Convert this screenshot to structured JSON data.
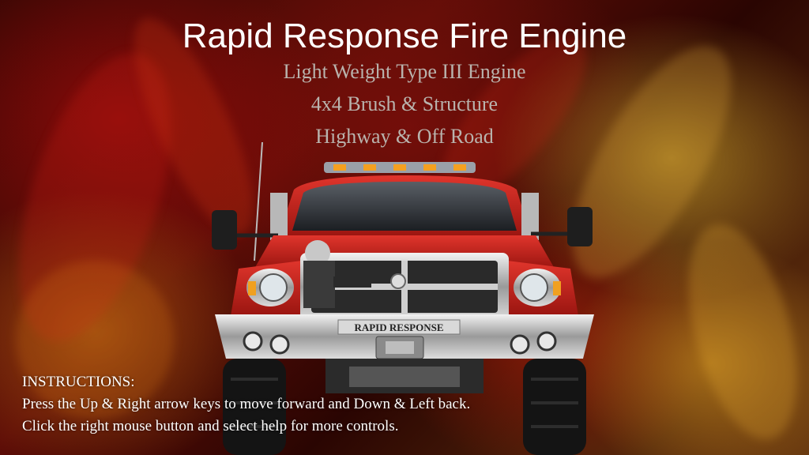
{
  "slide": {
    "title": "Rapid Response Fire Engine",
    "subtitles": [
      "Light Weight Type III Engine",
      "4x4 Brush & Structure",
      "Highway & Off Road"
    ],
    "truck_badge": "RAPID RESPONSE",
    "instructions": {
      "heading": "INSTRUCTIONS:",
      "lines": [
        "Press the Up & Right arrow keys to move forward and Down & Left back.",
        "Click the right mouse button and select help for more controls."
      ]
    }
  },
  "colors": {
    "title": "#ffffff",
    "subtitle": "#b9b3ad",
    "truck_red": "#c8231c",
    "flame_dark": "#3a0704"
  }
}
